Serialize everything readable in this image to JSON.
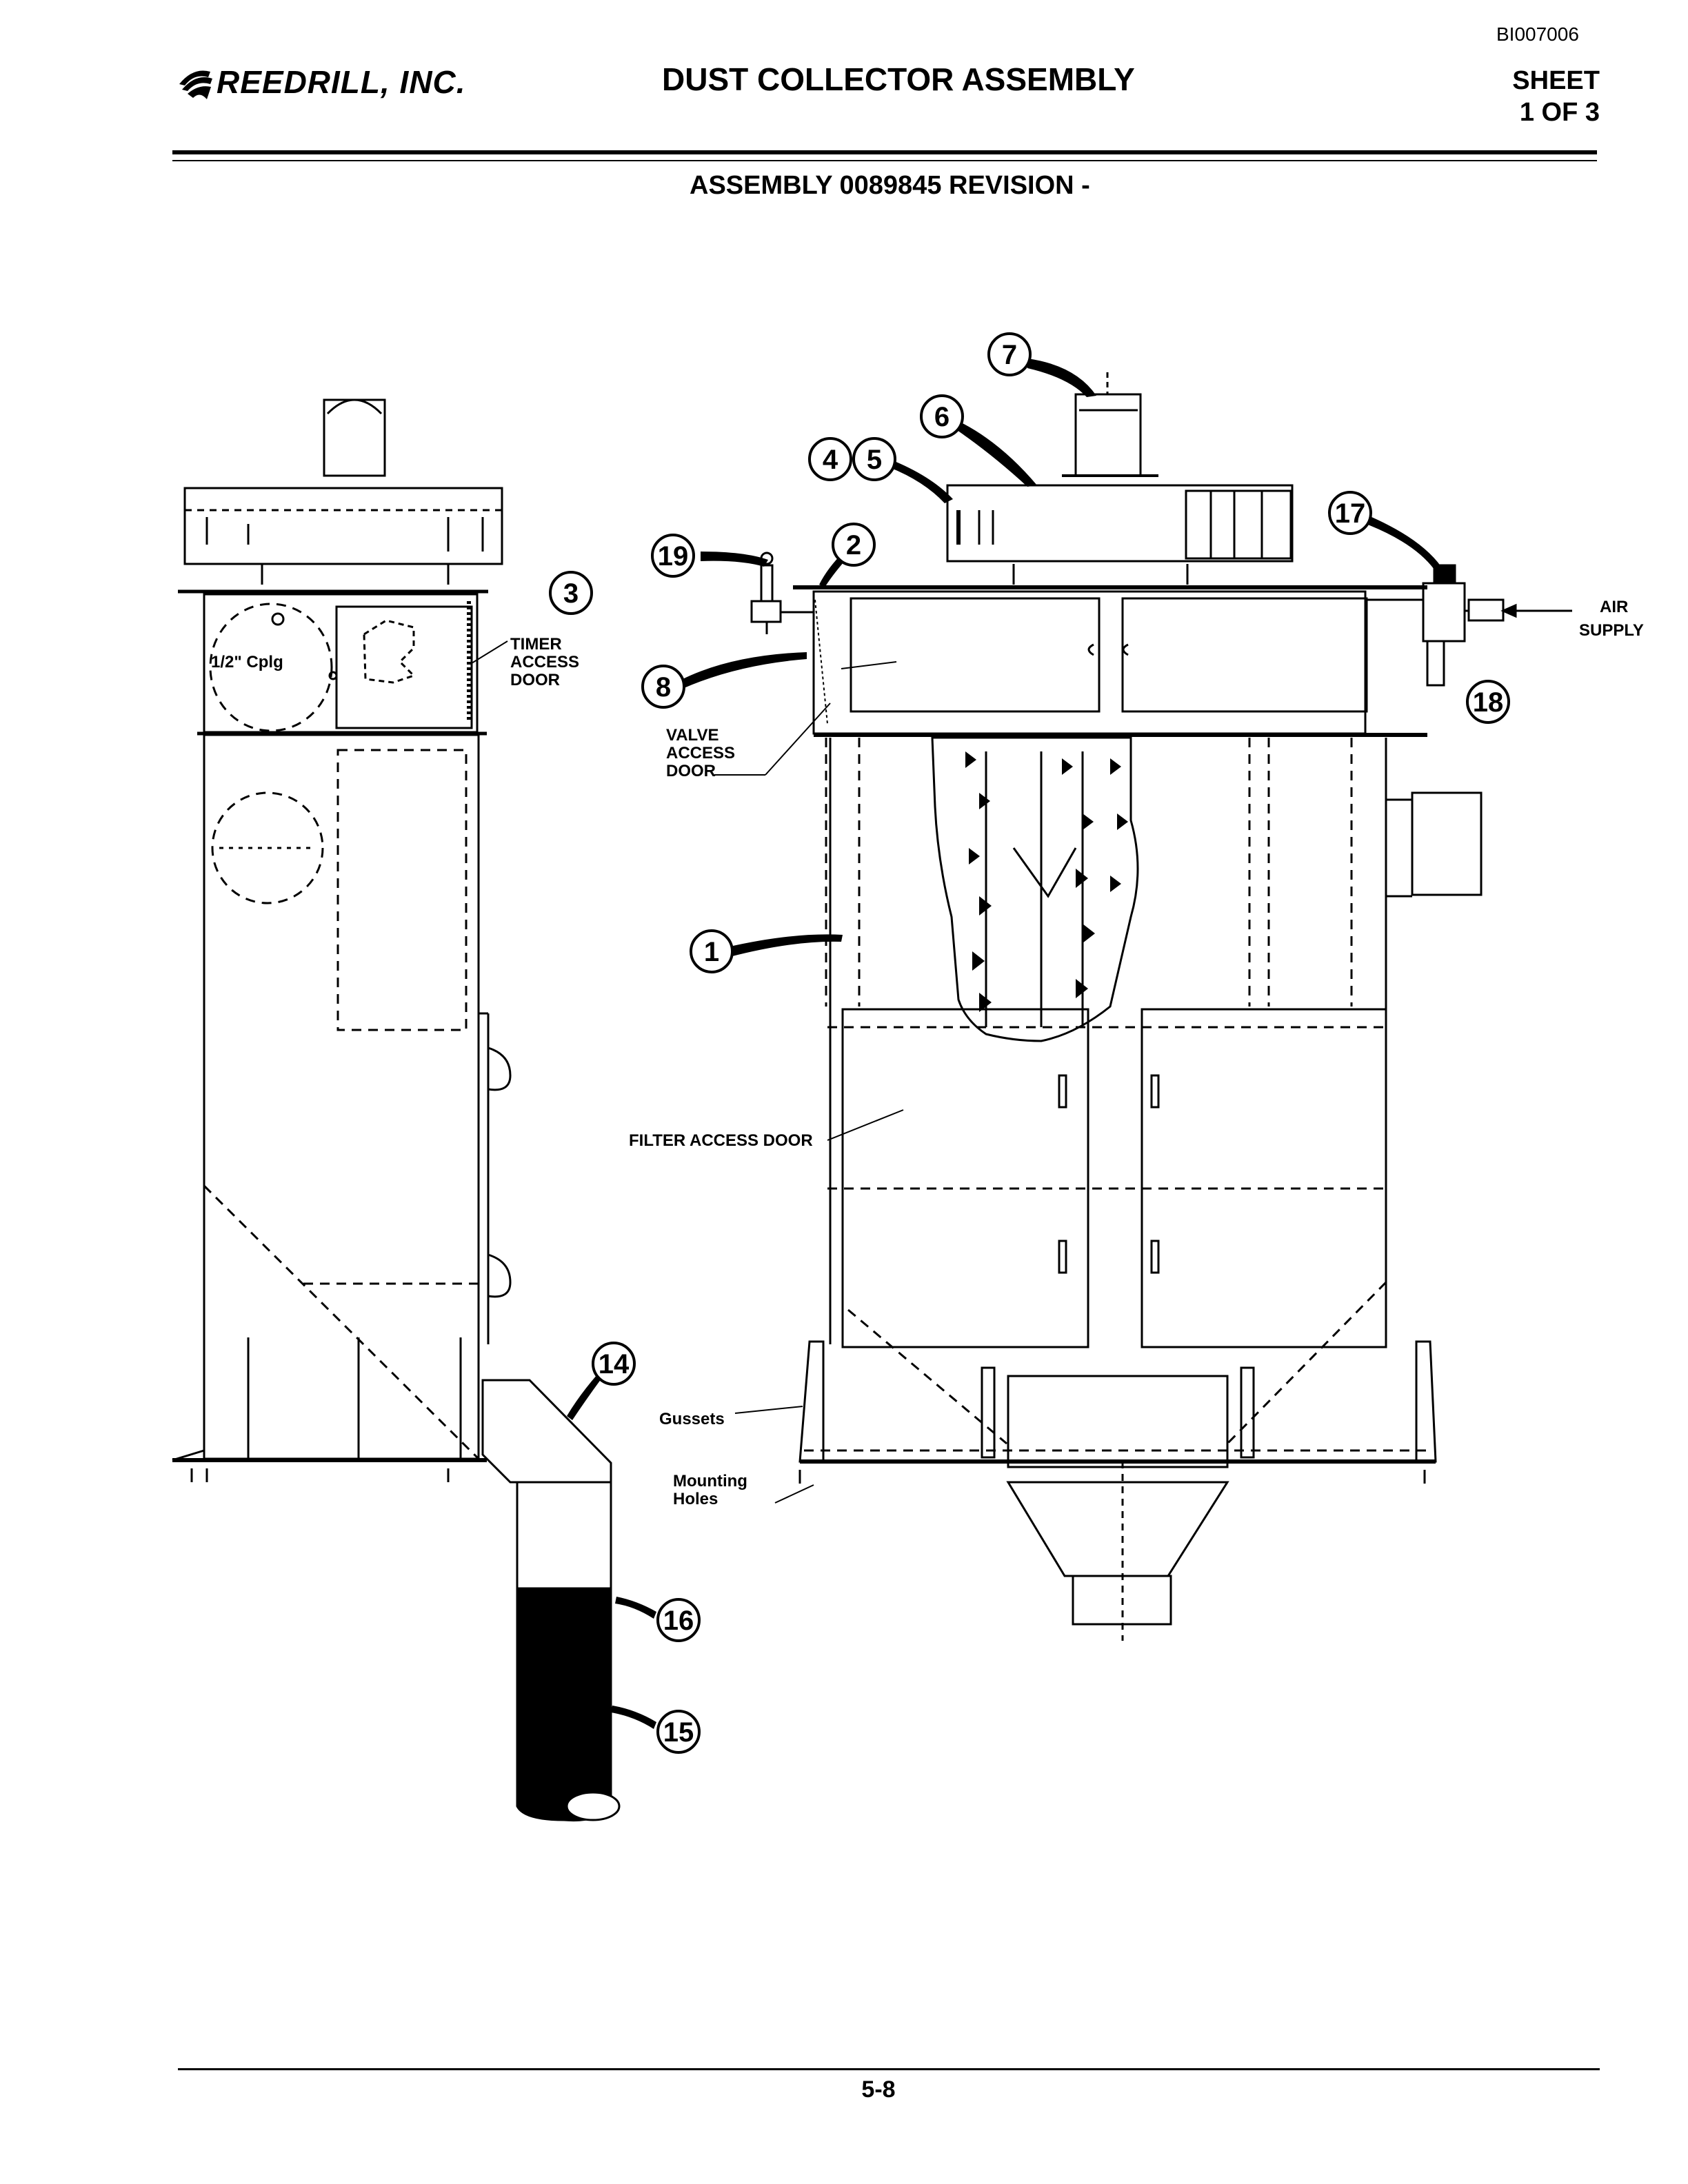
{
  "header": {
    "doc_id": "BI007006",
    "company": "REEDRILL, INC.",
    "title": "DUST COLLECTOR ASSEMBLY",
    "sheet_label": "SHEET",
    "sheet_of": "1 OF 3",
    "assembly_line": "ASSEMBLY 0089845  REVISION -"
  },
  "callouts": [
    {
      "number": "1"
    },
    {
      "number": "2"
    },
    {
      "number": "3"
    },
    {
      "number": "4"
    },
    {
      "number": "5"
    },
    {
      "number": "6"
    },
    {
      "number": "7"
    },
    {
      "number": "8"
    },
    {
      "number": "14"
    },
    {
      "number": "15"
    },
    {
      "number": "16"
    },
    {
      "number": "17"
    },
    {
      "number": "18"
    },
    {
      "number": "19"
    }
  ],
  "labels": {
    "coupling": "1/2\" Cplg",
    "timer_access_door": [
      "TIMER",
      "ACCESS",
      "DOOR"
    ],
    "valve_access_door": [
      "VALVE",
      "ACCESS",
      "DOOR"
    ],
    "filter_access_door": "FILTER ACCESS DOOR",
    "air_supply": [
      "AIR",
      "SUPPLY"
    ],
    "gussets": "Gussets",
    "mounting_holes": [
      "Mounting",
      "Holes"
    ]
  },
  "footer": {
    "page_number": "5-8"
  }
}
